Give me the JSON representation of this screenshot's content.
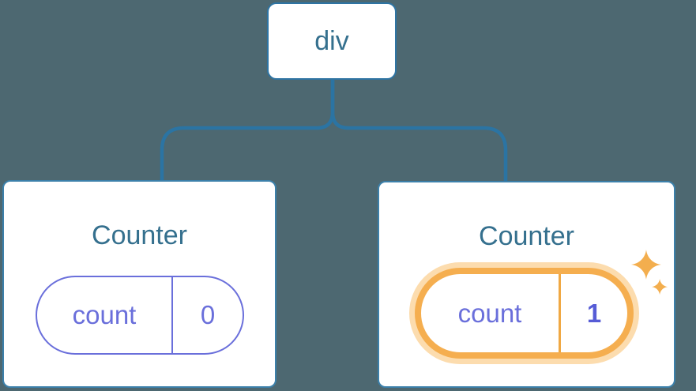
{
  "diagram": {
    "root": {
      "label": "div"
    },
    "children": [
      {
        "title": "Counter",
        "state": {
          "name": "count",
          "value": "0"
        },
        "highlighted": false
      },
      {
        "title": "Counter",
        "state": {
          "name": "count",
          "value": "1"
        },
        "highlighted": true
      }
    ]
  },
  "icons": {
    "sparkles": "sparkles-icon"
  },
  "colors": {
    "background": "#4d6871",
    "connector_line": "#2b74a3",
    "node_border": "#2e74a3",
    "card_border": "#3c80aa",
    "card_background": "#ffffff",
    "title_text": "#35708e",
    "state_pill_purple": "#6a6fdb",
    "state_value_highlight_text": "#565cd6",
    "highlight_border_orange": "#f5ae4f",
    "highlight_glow": "#fcdcae",
    "sparkle_orange": "#f3ae4e"
  }
}
